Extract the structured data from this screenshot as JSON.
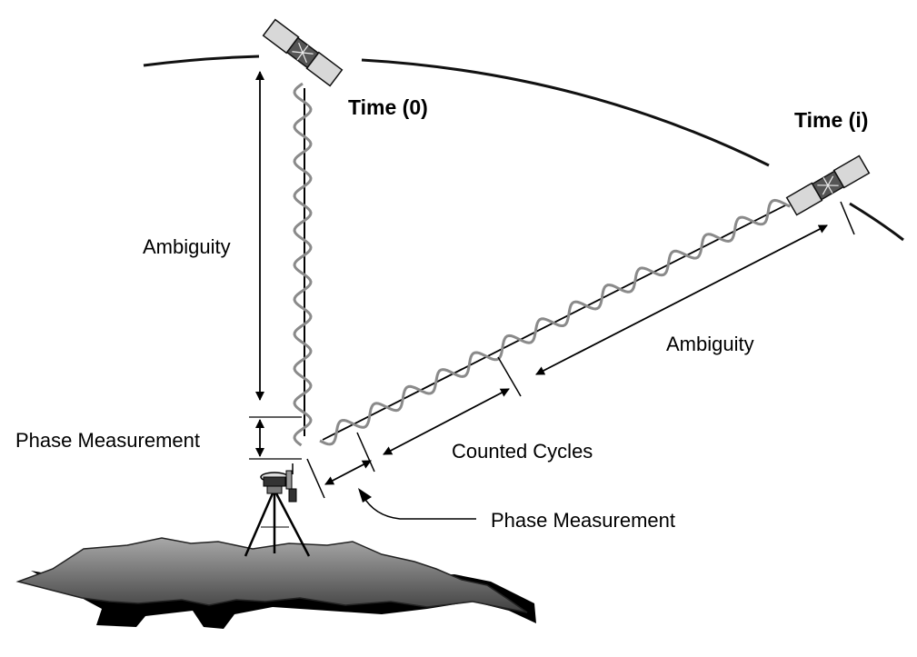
{
  "diagram": {
    "time_zero_label": "Time (0)",
    "time_i_label": "Time (i)",
    "ambiguity_left_label": "Ambiguity",
    "ambiguity_right_label": "Ambiguity",
    "phase_measurement_left_label": "Phase Measurement",
    "phase_measurement_bottom_label": "Phase Measurement",
    "counted_cycles_label": "Counted Cycles"
  },
  "icons": {
    "satellite_left": "satellite-icon",
    "satellite_right": "satellite-icon",
    "receiver": "gps-receiver-tripod-icon",
    "terrain": "terrain-icon"
  },
  "colors": {
    "wave": "#8a8a8a",
    "line": "#000000",
    "terrain_top": "#9a9a9a",
    "terrain_bottom": "#4a4a4a"
  }
}
